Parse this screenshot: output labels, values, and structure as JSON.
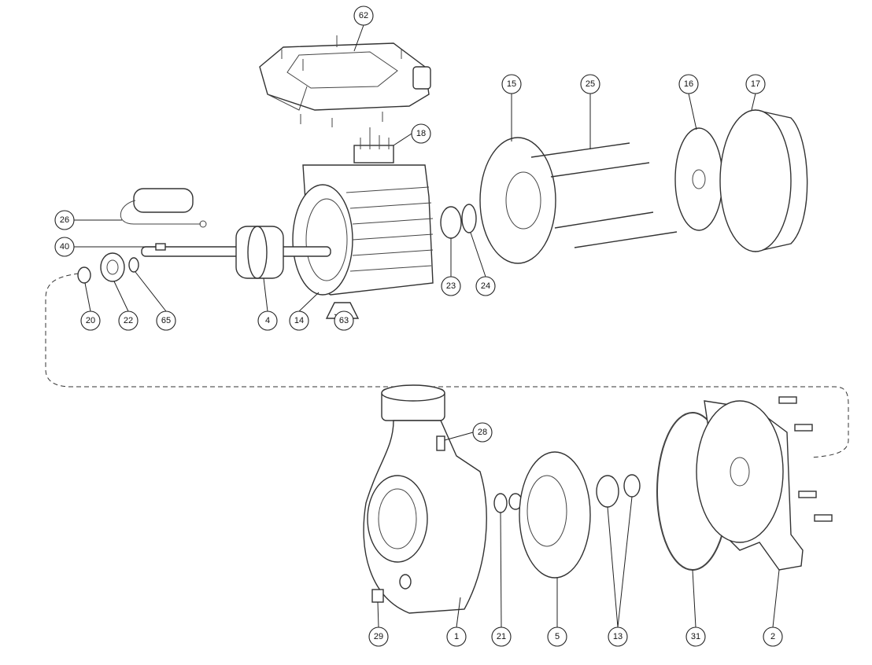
{
  "diagram": {
    "type": "exploded-parts-view",
    "callouts": [
      "62",
      "18",
      "15",
      "25",
      "16",
      "17",
      "26",
      "40",
      "20",
      "22",
      "65",
      "4",
      "14",
      "63",
      "23",
      "24",
      "28",
      "29",
      "1",
      "21",
      "5",
      "13",
      "31",
      "2"
    ]
  }
}
